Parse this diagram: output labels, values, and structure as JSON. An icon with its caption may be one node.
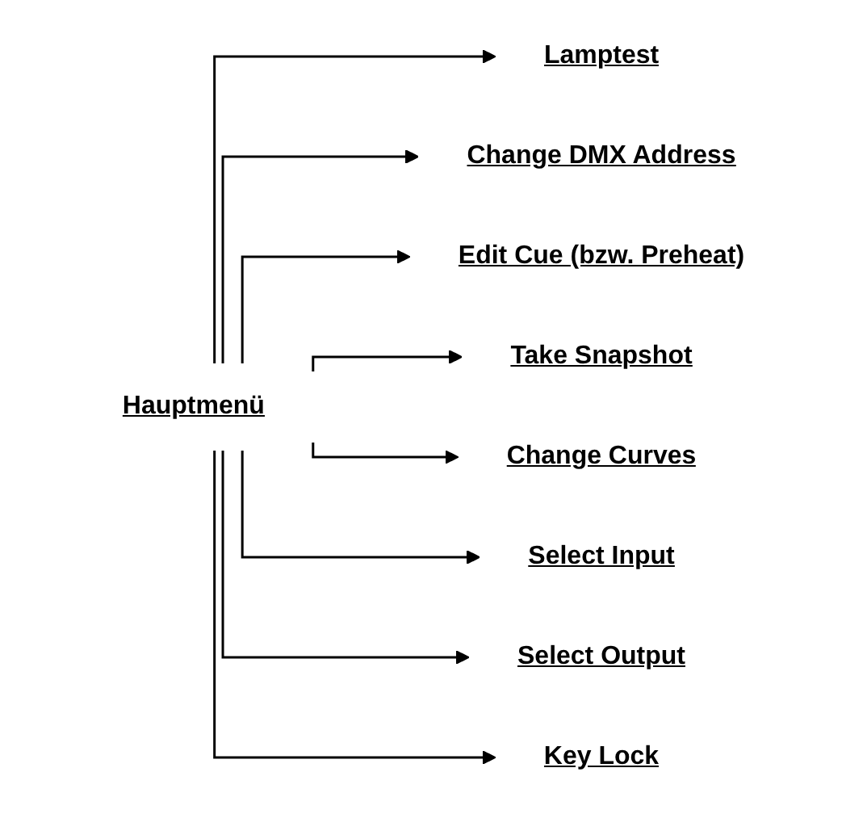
{
  "diagram": {
    "nodes": [
      {
        "text": [
          "Hauptmenü"
        ]
      },
      {
        "text": [
          "Lamptest"
        ]
      },
      {
        "text": [
          "Change DMX Address"
        ]
      },
      {
        "text": [
          "Edit Cue (bzw. Preheat)"
        ]
      },
      {
        "text": [
          "Take Snapshot"
        ]
      },
      {
        "text": [
          "Change Curves"
        ]
      },
      {
        "text": [
          "Select Input"
        ]
      },
      {
        "text": [
          "Select Output"
        ]
      },
      {
        "text": [
          "Key Lock"
        ]
      }
    ],
    "edges": [
      {
        "from": 0,
        "to": 1,
        "arrow": "to"
      },
      {
        "from": 0,
        "to": 2,
        "arrow": "to"
      },
      {
        "from": 0,
        "to": 3,
        "arrow": "to"
      },
      {
        "from": 0,
        "to": 4,
        "arrow": "to"
      },
      {
        "from": 0,
        "to": 5,
        "arrow": "to"
      },
      {
        "from": 0,
        "to": 6,
        "arrow": "to"
      },
      {
        "from": 0,
        "to": 7,
        "arrow": "to"
      },
      {
        "from": 0,
        "to": 8,
        "arrow": "to"
      }
    ]
  }
}
